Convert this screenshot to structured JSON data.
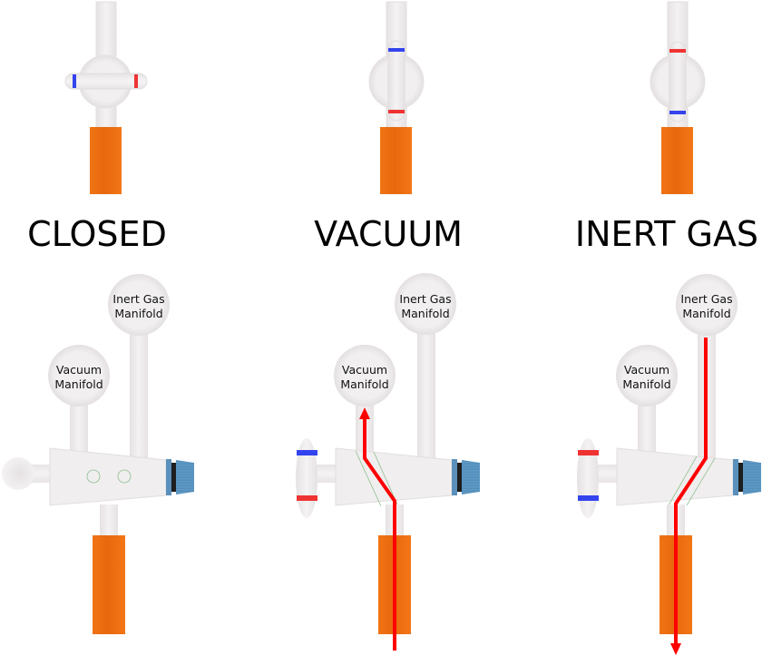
{
  "title": "Schlenk line stopcock positions",
  "colors": {
    "glass": "#efedee",
    "glass_edge": "#e3dfe0",
    "hose": "#ef7012",
    "hose_dark": "#e2620c",
    "flow": "#ff0000",
    "mark_blue": "#3344ee",
    "mark_red": "#ee3333",
    "cap_blue": "#4f8ab8",
    "cap_ring": "#1c1c1c",
    "bore_line": "#88bb88"
  },
  "panels": [
    {
      "id": "closed",
      "label": "CLOSED",
      "top_view": {
        "handle": "horizontal",
        "upper_mark": "blue",
        "lower_mark": "red"
      },
      "side_view": {
        "vacuum_label": "Vacuum\nManifold",
        "gas_label": "Inert Gas\nManifold",
        "flow": "none"
      }
    },
    {
      "id": "vacuum",
      "label": "VACUUM",
      "top_view": {
        "handle": "vertical",
        "upper_mark": "blue",
        "lower_mark": "red"
      },
      "side_view": {
        "vacuum_label": "Vacuum\nManifold",
        "gas_label": "Inert Gas\nManifold",
        "flow": "to-vacuum"
      }
    },
    {
      "id": "inert-gas",
      "label": "INERT GAS",
      "top_view": {
        "handle": "vertical",
        "upper_mark": "red",
        "lower_mark": "blue"
      },
      "side_view": {
        "vacuum_label": "Vacuum\nManifold",
        "gas_label": "Inert Gas\nManifold",
        "flow": "from-gas"
      }
    }
  ],
  "bulbs": {
    "vacuum_line1": "Vacuum",
    "vacuum_line2": "Manifold",
    "gas_line1": "Inert Gas",
    "gas_line2": "Manifold"
  }
}
